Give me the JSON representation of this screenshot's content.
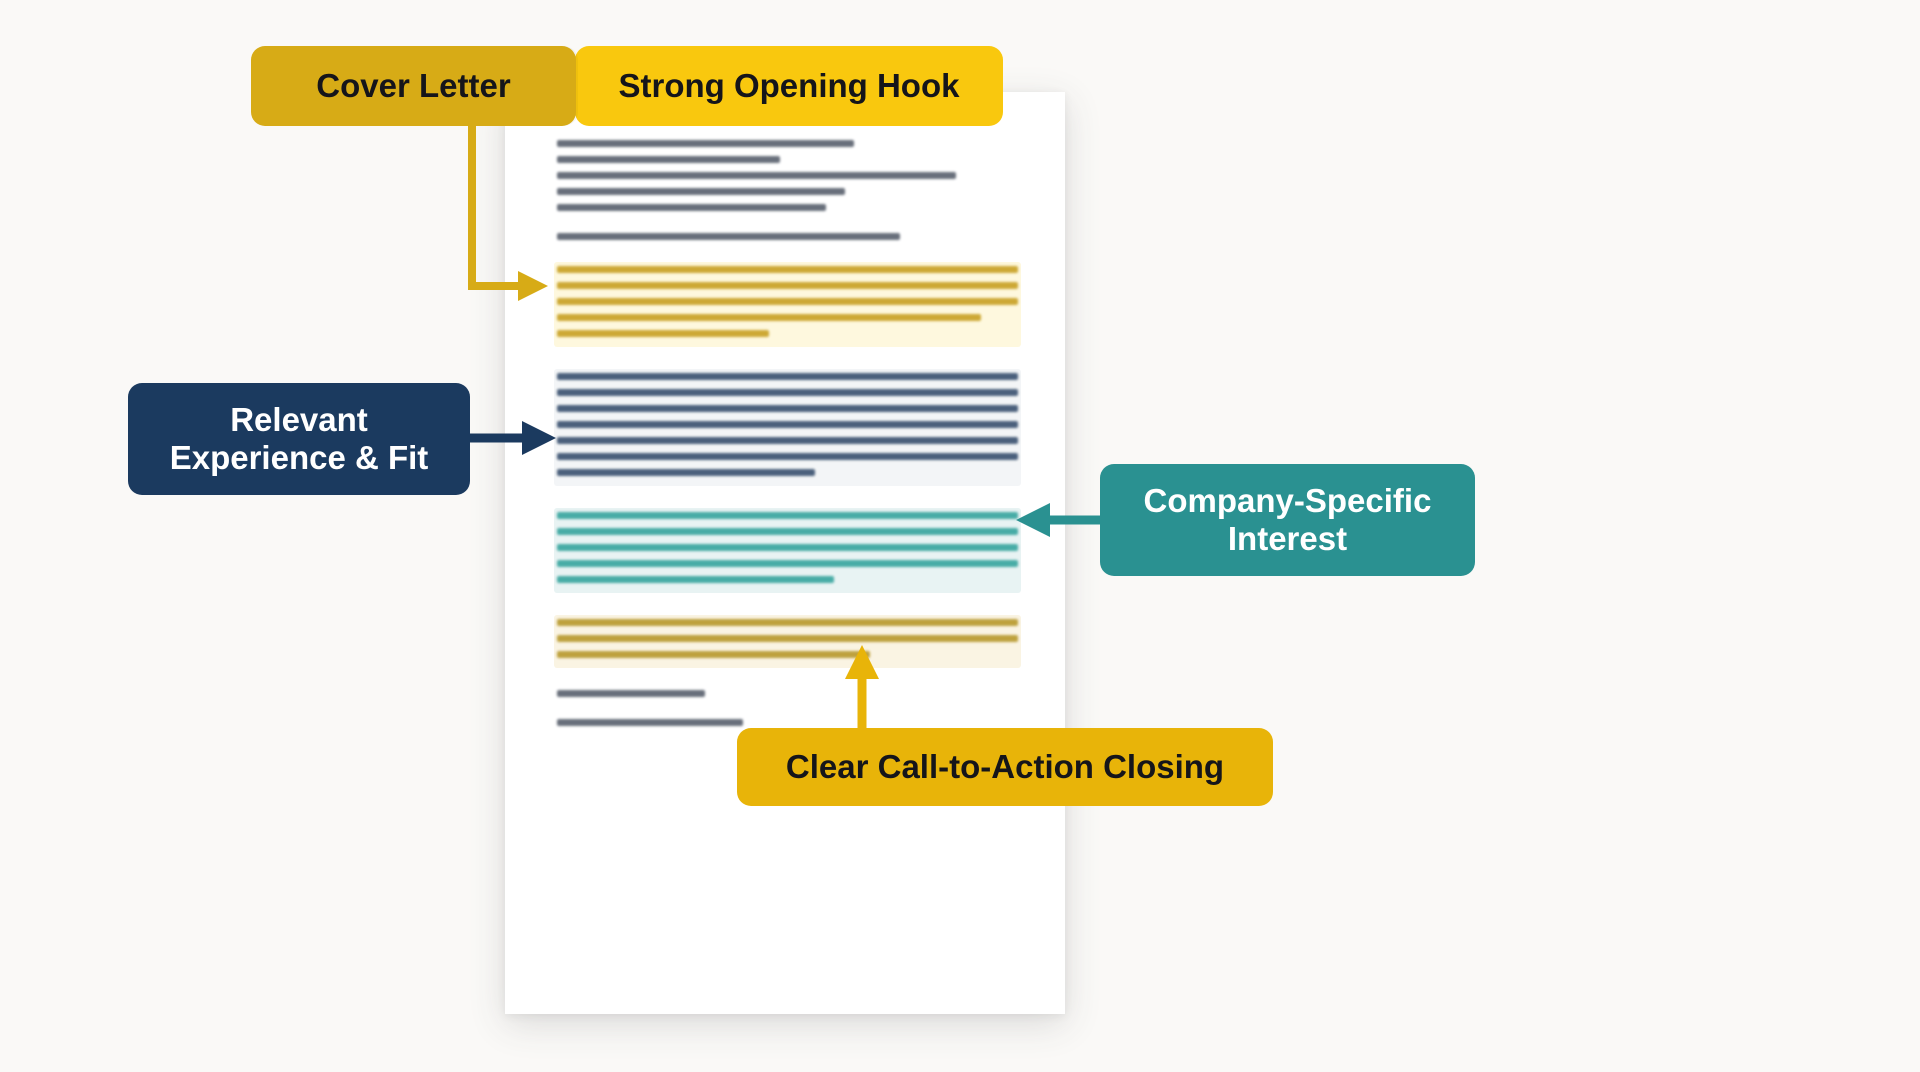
{
  "background_color": "#faf9f7",
  "document": {
    "name": "cover-letter-page",
    "blocks": [
      {
        "id": "sender-block",
        "style": "gray",
        "highlight": null,
        "lines": [
          64,
          48,
          86,
          62,
          58
        ]
      },
      {
        "id": "salutation-block",
        "style": "gray",
        "highlight": null,
        "lines": [
          74
        ]
      },
      {
        "id": "opening-hook-para",
        "style": "gold",
        "highlight": "gold",
        "lines": [
          100,
          100,
          100,
          92,
          46
        ]
      },
      {
        "id": "experience-para",
        "style": "navy",
        "highlight": "navy",
        "lines": [
          100,
          100,
          100,
          100,
          100,
          100,
          56
        ]
      },
      {
        "id": "company-para",
        "style": "teal",
        "highlight": "teal",
        "lines": [
          100,
          100,
          100,
          100,
          60
        ]
      },
      {
        "id": "closing-para",
        "style": "olive",
        "highlight": "olive",
        "lines": [
          100,
          100,
          68
        ]
      },
      {
        "id": "signoff-block",
        "style": "gray",
        "highlight": null,
        "lines": [
          32
        ]
      },
      {
        "id": "signature-block",
        "style": "gray",
        "highlight": null,
        "lines": [
          40
        ]
      }
    ]
  },
  "callouts": {
    "cover_letter": {
      "label": "Cover Letter",
      "color": "#d7ab16"
    },
    "strong_opening_hook": {
      "label": "Strong Opening Hook",
      "color": "#f9c80e"
    },
    "relevant_experience": {
      "line1": "Relevant",
      "line2": "Experience & Fit",
      "color": "#1b3a5f"
    },
    "company_specific": {
      "line1": "Company-Specific",
      "line2": "Interest",
      "color": "#2a9191"
    },
    "clear_cta": {
      "label": "Clear Call-to-Action Closing",
      "color": "#e8b409"
    }
  },
  "connectors": [
    {
      "name": "cover-letter-connector",
      "color": "#d7ab16",
      "direction": "right"
    },
    {
      "name": "relevant-experience-connector",
      "color": "#1b3a5f",
      "direction": "right"
    },
    {
      "name": "company-specific-connector",
      "color": "#2a9191",
      "direction": "left"
    },
    {
      "name": "clear-cta-connector",
      "color": "#e8b409",
      "direction": "up"
    }
  ]
}
